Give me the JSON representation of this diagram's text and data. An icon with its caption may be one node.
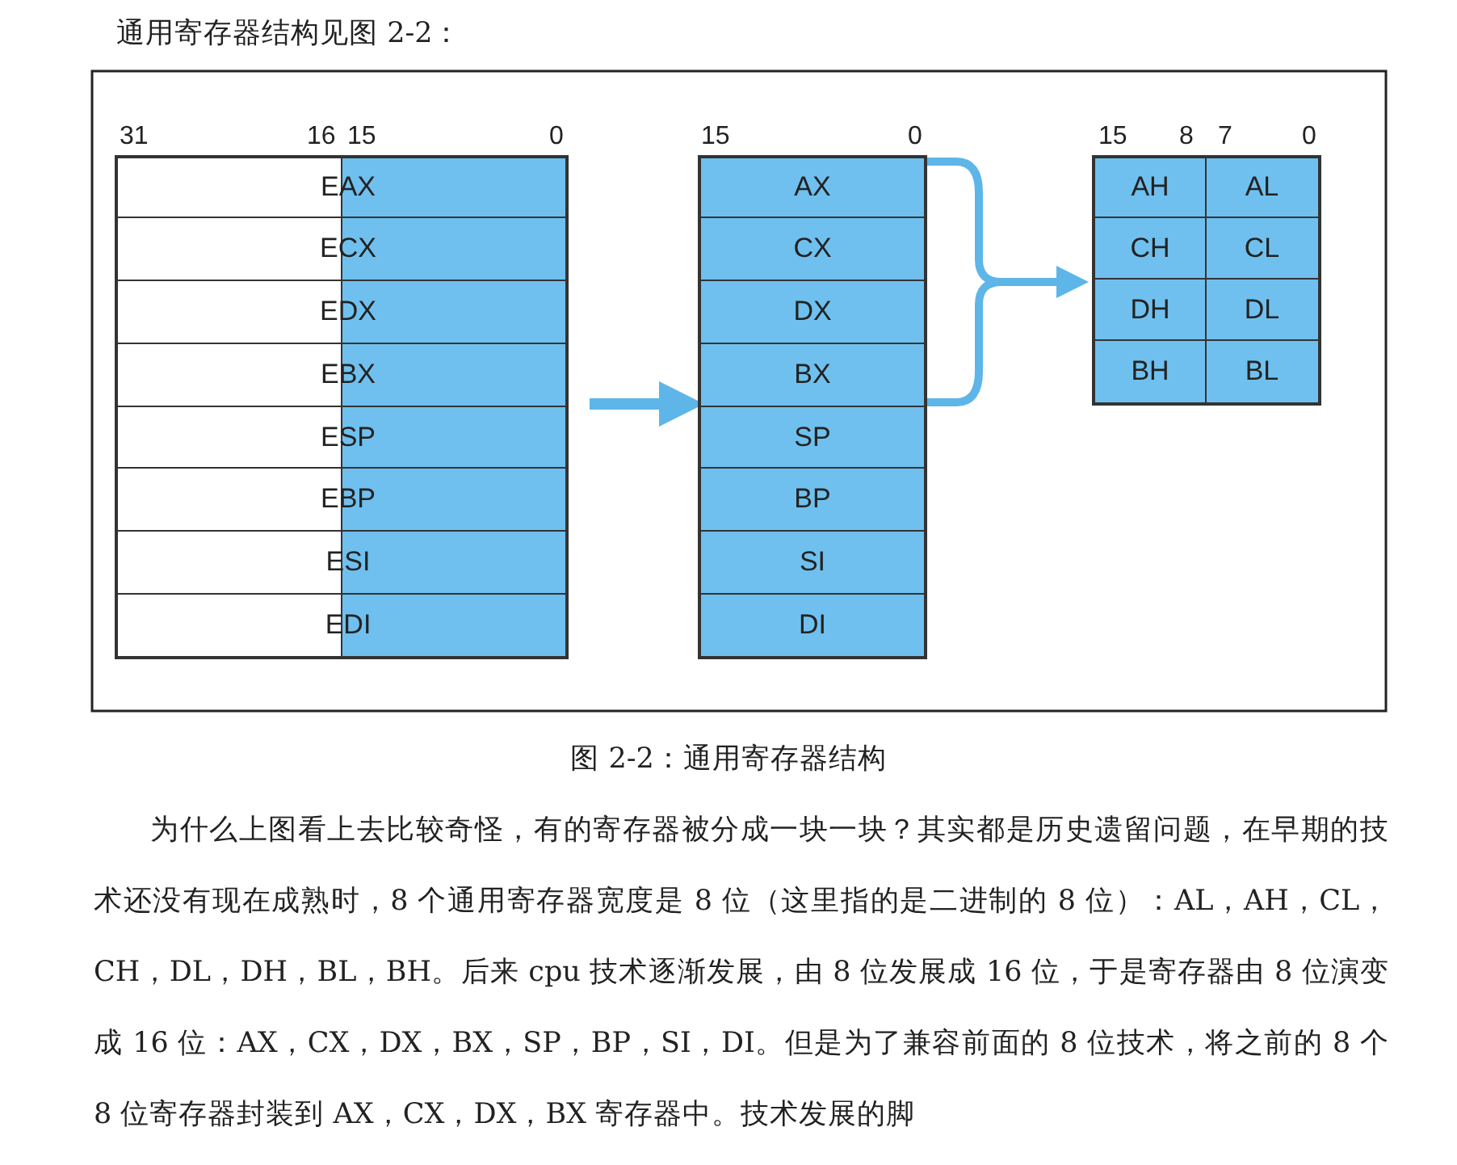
{
  "diagram": {
    "caption": "图 2-2：通用寄存器结构",
    "nodes": [
      {
        "text": [],
        "shape": "box"
      },
      {
        "text": [
          "EAX"
        ],
        "in": 0
      },
      {
        "text": [
          "ECX"
        ],
        "in": 0
      },
      {
        "text": [
          "EDX"
        ],
        "in": 0
      },
      {
        "text": [
          "EBX"
        ],
        "in": 0
      },
      {
        "text": [
          "ESP"
        ],
        "in": 0
      },
      {
        "text": [
          "EBP"
        ],
        "in": 0
      },
      {
        "text": [
          "ESI"
        ],
        "in": 0
      },
      {
        "text": [
          "EDI"
        ],
        "in": 0
      },
      {
        "text": [],
        "shape": "box"
      },
      {
        "text": [
          "AX"
        ],
        "in": 9
      },
      {
        "text": [
          "CX"
        ],
        "in": 9
      },
      {
        "text": [
          "DX"
        ],
        "in": 9
      },
      {
        "text": [
          "BX"
        ],
        "in": 9
      },
      {
        "text": [
          "SP"
        ],
        "in": 9
      },
      {
        "text": [
          "BP"
        ],
        "in": 9
      },
      {
        "text": [
          "SI"
        ],
        "in": 9
      },
      {
        "text": [
          "DI"
        ],
        "in": 9
      },
      {
        "text": [],
        "shape": "box"
      },
      {
        "text": [
          "AH"
        ],
        "in": 18
      },
      {
        "text": [
          "AL"
        ],
        "in": 18
      },
      {
        "text": [
          "CH"
        ],
        "in": 18
      },
      {
        "text": [
          "CL"
        ],
        "in": 18
      },
      {
        "text": [
          "DH"
        ],
        "in": 18
      },
      {
        "text": [
          "DL"
        ],
        "in": 18
      },
      {
        "text": [
          "BH"
        ],
        "in": 18
      },
      {
        "text": [
          "BL"
        ],
        "in": 18
      }
    ],
    "edges": [
      {
        "from": 0,
        "to": 9,
        "arrow": "to"
      },
      {
        "from": 10,
        "to": 18,
        "arrow": "to"
      },
      {
        "from": 13,
        "to": 18,
        "arrow": "to"
      }
    ],
    "labels": [
      "通用寄存器结构见图 2-2：",
      "31",
      "16",
      "15",
      "0",
      "15",
      "0",
      "15",
      "8",
      "7",
      "0",
      "为什么上图看上去比较奇怪，有的寄存器被分成一块一块？其实都是历史遗留问题，在早期的技术还没有现在成熟时，8 个通用寄存器宽度是 8 位（这里指的是二进制的 8 位）：AL，AH，CL，CH，DL，DH，BL，BH。后来 cpu 技术逐渐发展，由 8 位发展成 16 位，于是寄存器由 8 位演变成 16 位：AX，CX，DX，BX，SP，BP，SI，DI。但是为了兼容前面的 8 位技术，将之前的 8 个 8 位寄存器封装到 AX，CX，DX，BX 寄存器中。技术发展的脚"
    ]
  }
}
